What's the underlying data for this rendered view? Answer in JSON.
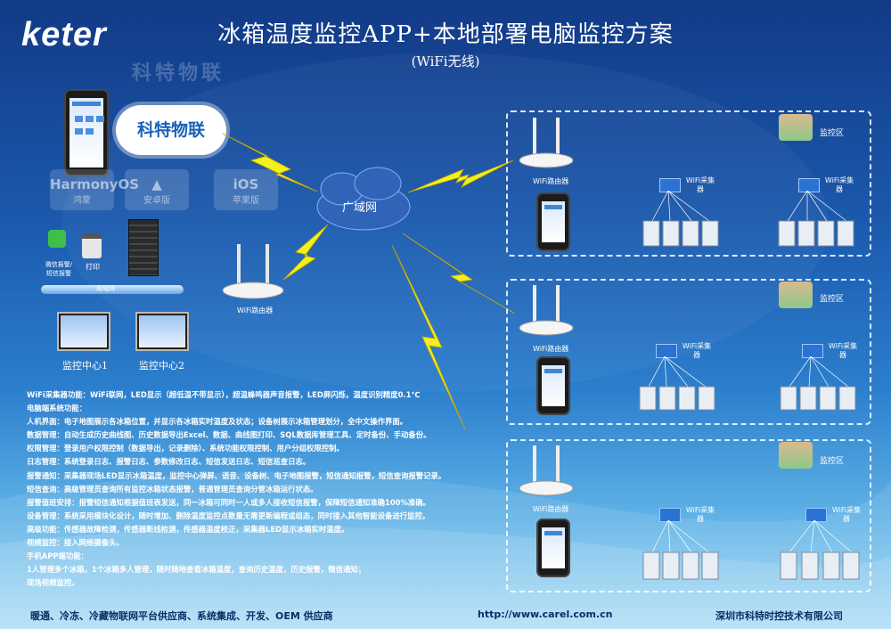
{
  "header": {
    "logo": "keter",
    "title": "冰箱温度监控APP+本地部署电脑监控方案",
    "subtitle": "(WiFi无线)",
    "watermark": "科特物联"
  },
  "left": {
    "cloud_bubble": "科特物联",
    "os_cards": [
      {
        "big": "HarmonyOS",
        "small": "鸿蒙"
      },
      {
        "big": "",
        "small": "安卓版"
      },
      {
        "big": "iOS",
        "small": "苹果版"
      }
    ],
    "wechat_label": "微信报警/\n短信报警",
    "print_label": "打印",
    "bus_label": "局域网",
    "router_label": "WiFi路由器",
    "centers": [
      "监控中心1",
      "监控中心2"
    ]
  },
  "wan_label": "广域网",
  "zones": [
    {
      "area_label": "监控区",
      "router_label": "WiFi路由器",
      "collector_label": "WiFi采集器"
    },
    {
      "area_label": "监控区",
      "router_label": "WiFi路由器",
      "collector_label": "WiFi采集器"
    },
    {
      "area_label": "监控区",
      "router_label": "WiFi路由器",
      "collector_label": "WiFi采集器"
    }
  ],
  "description": [
    "WiFi采集器功能：WiFi联网，LED显示（超低温不带显示），超温蜂鸣器声音报警，LED屏闪烁，温度识别精度0.1℃",
    "电脑端系统功能：",
    "人机界面：电子地图展示各冰箱位置，并显示各冰箱实时温度及状态；设备树展示冰箱管理划分，全中文操作界面。",
    "数据管理：自动生成历史曲线图、历史数据导出Excel、数据、曲线图打印、SQL数据库管理工具、定时备份、手动备份。",
    "权限管理：登录用户权限控制（数据导出，记录删除）、系统功能权限控制、用户分组权限控制。",
    "日志管理：系统登录日志、报警日志、参数修改日志、短信发送日志、短信巡查日志。",
    "报警通知：采集器现场LED显示冰箱温度，监控中心弹屏、语音、设备树、电子地图报警，短信通知报警，短信查询报警记录。",
    "短信查询：高级管理员查询所有监控冰箱状态报警，普通管理员查询分管冰箱运行状态。",
    "报警值班安排：报警短信通知根据值班表发送，同一冰箱可同时一人或多人接收短信报警，保障短信通知准确100%准确。",
    "设备管理：系统采用模块化设计，随时增加、删除温度监控点数量无需更新编程或组态，同时接入其他智能设备进行监控。",
    "高级功能：传感器故障检测，传感器断线检测，传感器温度校正，采集器LED显示冰箱实时温度。",
    "视频监控：接入网络摄像头。",
    "手机APP端功能：",
    "1人管理多个冰箱，1个冰箱多人管理，随时随地查看冰箱温度，查询历史温度，历史报警，微信通知；",
    "现场视频监控。"
  ],
  "footer": {
    "left": "暖通、冷冻、冷藏物联网平台供应商、系统集成、开发、OEM 供应商",
    "url": "http://www.carel.com.cn",
    "company": "深圳市科特时控技术有限公司"
  },
  "colors": {
    "bolt": "#f3f01a",
    "bg_top": "#123a86",
    "bg_bottom": "#a9dcf6"
  }
}
